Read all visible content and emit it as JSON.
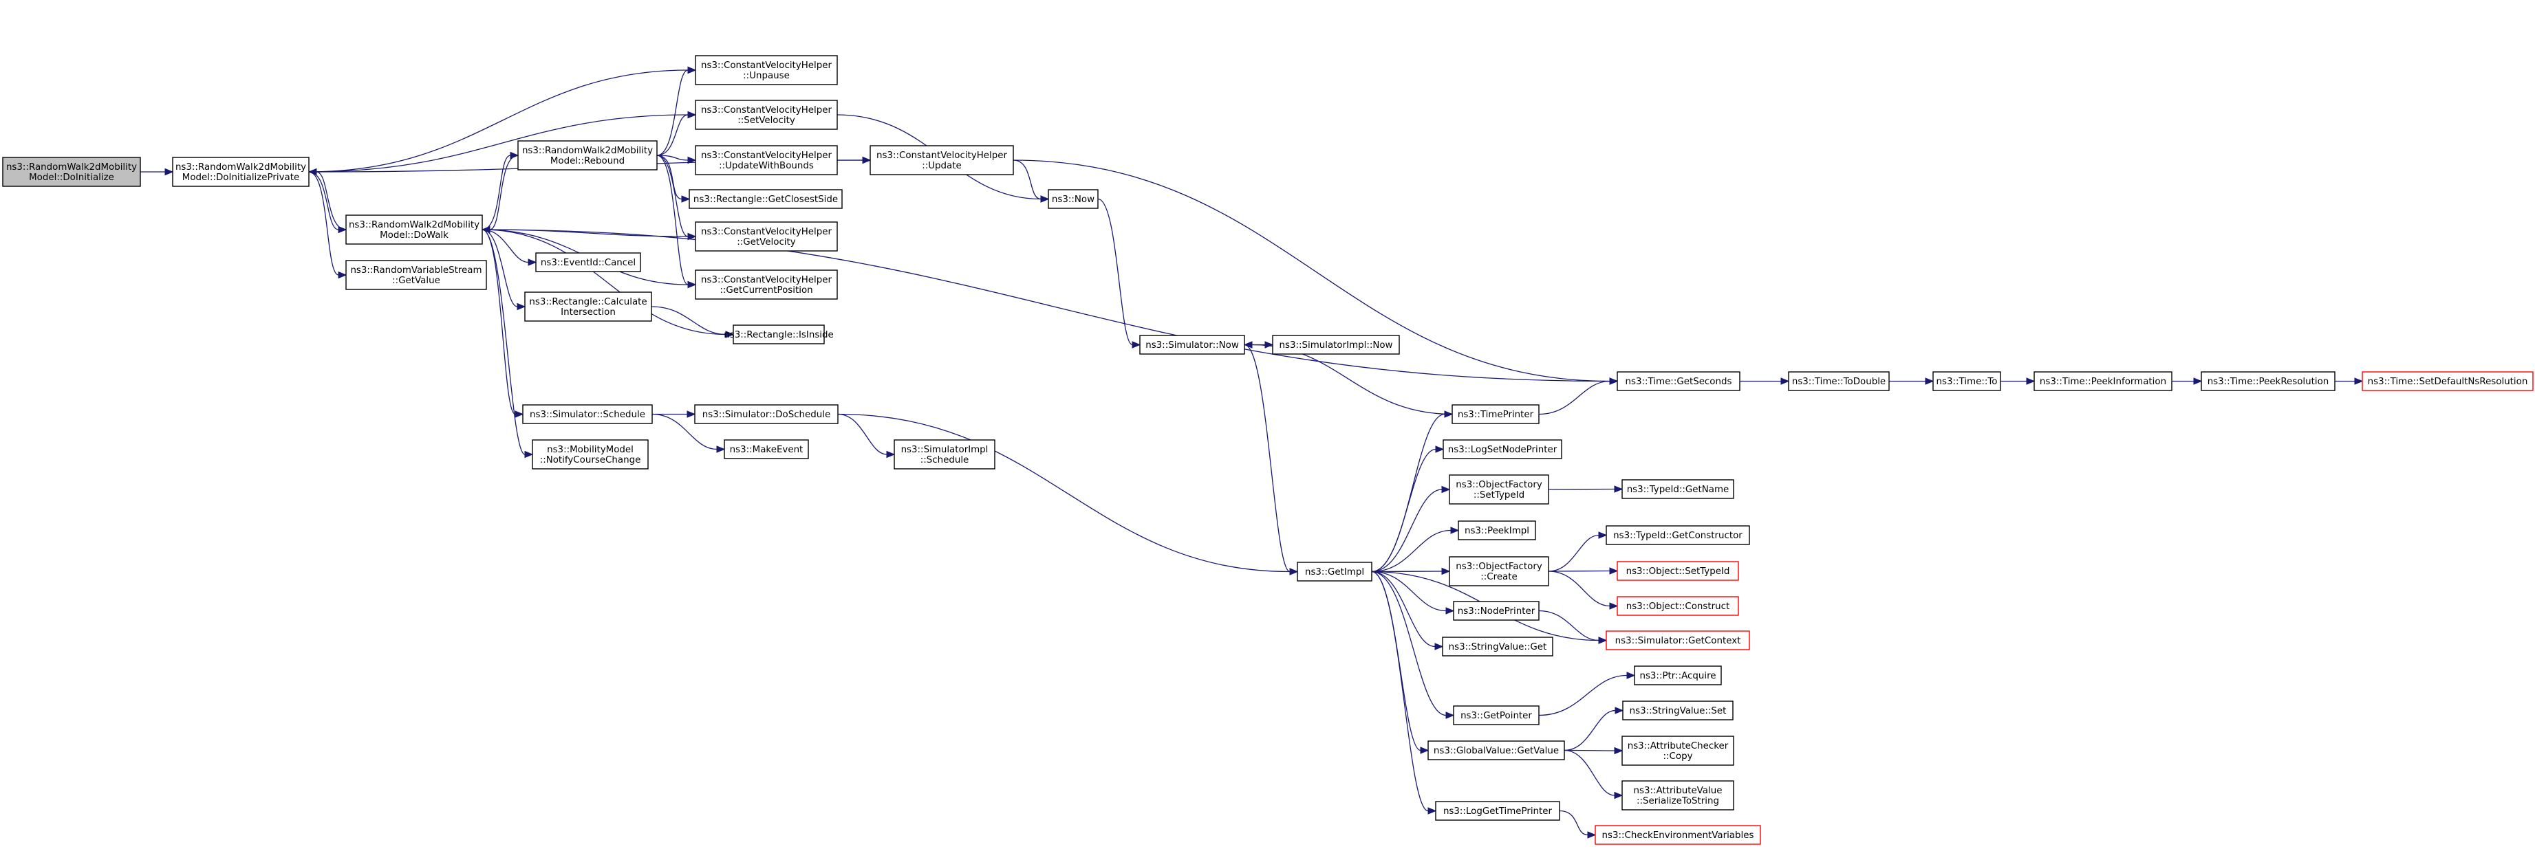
{
  "nodes": [
    {
      "id": "n1",
      "lines": [
        "ns3::RandomWalk2dMobility",
        "Model::DoInitialize"
      ],
      "root": true
    },
    {
      "id": "n2",
      "lines": [
        "ns3::RandomWalk2dMobility",
        "Model::DoInitializePrivate"
      ]
    },
    {
      "id": "n3",
      "lines": [
        "ns3::ConstantVelocityHelper",
        "::Unpause"
      ]
    },
    {
      "id": "n4",
      "lines": [
        "ns3::ConstantVelocityHelper",
        "::SetVelocity"
      ]
    },
    {
      "id": "n5",
      "lines": [
        "ns3::ConstantVelocityHelper",
        "::Update"
      ]
    },
    {
      "id": "n6",
      "lines": [
        "ns3::RandomWalk2dMobility",
        "Model::DoWalk"
      ]
    },
    {
      "id": "n7",
      "lines": [
        "ns3::RandomVariableStream",
        "::GetValue"
      ]
    },
    {
      "id": "n8",
      "lines": [
        "ns3::RandomWalk2dMobility",
        "Model::Rebound"
      ]
    },
    {
      "id": "n9",
      "lines": [
        "ns3::ConstantVelocityHelper",
        "::UpdateWithBounds"
      ]
    },
    {
      "id": "n10",
      "lines": [
        "ns3::Rectangle::GetClosestSide"
      ]
    },
    {
      "id": "n11",
      "lines": [
        "ns3::ConstantVelocityHelper",
        "::GetVelocity"
      ]
    },
    {
      "id": "n12",
      "lines": [
        "ns3::ConstantVelocityHelper",
        "::GetCurrentPosition"
      ]
    },
    {
      "id": "n13",
      "lines": [
        "ns3::EventId::Cancel"
      ]
    },
    {
      "id": "n14",
      "lines": [
        "ns3::Rectangle::Calculate",
        "Intersection"
      ]
    },
    {
      "id": "n15",
      "lines": [
        "ns3::Rectangle::IsInside"
      ]
    },
    {
      "id": "n16",
      "lines": [
        "ns3::Simulator::Schedule"
      ]
    },
    {
      "id": "n17",
      "lines": [
        "ns3::MobilityModel",
        "::NotifyCourseChange"
      ]
    },
    {
      "id": "n18",
      "lines": [
        "ns3::Simulator::DoSchedule"
      ]
    },
    {
      "id": "n19",
      "lines": [
        "ns3::MakeEvent"
      ]
    },
    {
      "id": "n20",
      "lines": [
        "ns3::SimulatorImpl",
        "::Schedule"
      ]
    },
    {
      "id": "n21",
      "lines": [
        "ns3::Now"
      ]
    },
    {
      "id": "n22",
      "lines": [
        "ns3::Simulator::Now"
      ]
    },
    {
      "id": "n23",
      "lines": [
        "ns3::SimulatorImpl::Now"
      ]
    },
    {
      "id": "n24",
      "lines": [
        "ns3::Time::GetSeconds"
      ]
    },
    {
      "id": "n25",
      "lines": [
        "ns3::Time::ToDouble"
      ]
    },
    {
      "id": "n26",
      "lines": [
        "ns3::Time::To"
      ]
    },
    {
      "id": "n27",
      "lines": [
        "ns3::Time::PeekInformation"
      ]
    },
    {
      "id": "n28",
      "lines": [
        "ns3::Time::PeekResolution"
      ]
    },
    {
      "id": "n29",
      "lines": [
        "ns3::Time::SetDefaultNsResolution"
      ],
      "red": true
    },
    {
      "id": "n30",
      "lines": [
        "ns3::GetImpl"
      ]
    },
    {
      "id": "n31",
      "lines": [
        "ns3::TimePrinter"
      ]
    },
    {
      "id": "n32",
      "lines": [
        "ns3::LogSetNodePrinter"
      ]
    },
    {
      "id": "n33",
      "lines": [
        "ns3::ObjectFactory",
        "::SetTypeId"
      ]
    },
    {
      "id": "n34",
      "lines": [
        "ns3::TypeId::GetName"
      ]
    },
    {
      "id": "n35",
      "lines": [
        "ns3::PeekImpl"
      ]
    },
    {
      "id": "n36",
      "lines": [
        "ns3::ObjectFactory",
        "::Create"
      ]
    },
    {
      "id": "n37",
      "lines": [
        "ns3::TypeId::GetConstructor"
      ]
    },
    {
      "id": "n38",
      "lines": [
        "ns3::Object::SetTypeId"
      ],
      "red": true
    },
    {
      "id": "n39",
      "lines": [
        "ns3::Object::Construct"
      ],
      "red": true
    },
    {
      "id": "n40",
      "lines": [
        "ns3::NodePrinter"
      ]
    },
    {
      "id": "n41",
      "lines": [
        "ns3::Simulator::GetContext"
      ],
      "red": true
    },
    {
      "id": "n42",
      "lines": [
        "ns3::StringValue::Get"
      ]
    },
    {
      "id": "n43",
      "lines": [
        "ns3::Ptr::Acquire"
      ]
    },
    {
      "id": "n44",
      "lines": [
        "ns3::GetPointer"
      ]
    },
    {
      "id": "n45",
      "lines": [
        "ns3::StringValue::Set"
      ]
    },
    {
      "id": "n46",
      "lines": [
        "ns3::GlobalValue::GetValue"
      ]
    },
    {
      "id": "n47",
      "lines": [
        "ns3::AttributeChecker",
        "::Copy"
      ]
    },
    {
      "id": "n48",
      "lines": [
        "ns3::AttributeValue",
        "::SerializeToString"
      ]
    },
    {
      "id": "n49",
      "lines": [
        "ns3::LogGetTimePrinter"
      ]
    },
    {
      "id": "n50",
      "lines": [
        "ns3::CheckEnvironmentVariables"
      ],
      "red": true
    }
  ],
  "edges": [
    [
      "n1",
      "n2"
    ],
    [
      "n2",
      "n3"
    ],
    [
      "n2",
      "n4"
    ],
    [
      "n2",
      "n5"
    ],
    [
      "n2",
      "n6"
    ],
    [
      "n2",
      "n7"
    ],
    [
      "n6",
      "n2"
    ],
    [
      "n6",
      "n8"
    ],
    [
      "n6",
      "n11"
    ],
    [
      "n6",
      "n12"
    ],
    [
      "n6",
      "n13"
    ],
    [
      "n6",
      "n14"
    ],
    [
      "n6",
      "n15"
    ],
    [
      "n6",
      "n16"
    ],
    [
      "n6",
      "n17"
    ],
    [
      "n6",
      "n24"
    ],
    [
      "n8",
      "n6"
    ],
    [
      "n8",
      "n3"
    ],
    [
      "n8",
      "n4"
    ],
    [
      "n8",
      "n9"
    ],
    [
      "n8",
      "n10"
    ],
    [
      "n8",
      "n11"
    ],
    [
      "n8",
      "n12"
    ],
    [
      "n4",
      "n21"
    ],
    [
      "n9",
      "n5"
    ],
    [
      "n5",
      "n21"
    ],
    [
      "n5",
      "n24"
    ],
    [
      "n14",
      "n15"
    ],
    [
      "n16",
      "n18"
    ],
    [
      "n16",
      "n19"
    ],
    [
      "n18",
      "n20"
    ],
    [
      "n18",
      "n30"
    ],
    [
      "n21",
      "n22"
    ],
    [
      "n22",
      "n23"
    ],
    [
      "n22",
      "n30"
    ],
    [
      "n24",
      "n25"
    ],
    [
      "n25",
      "n26"
    ],
    [
      "n26",
      "n27"
    ],
    [
      "n27",
      "n28"
    ],
    [
      "n28",
      "n29"
    ],
    [
      "n30",
      "n31"
    ],
    [
      "n30",
      "n32"
    ],
    [
      "n30",
      "n33"
    ],
    [
      "n30",
      "n35"
    ],
    [
      "n30",
      "n36"
    ],
    [
      "n30",
      "n40"
    ],
    [
      "n30",
      "n42"
    ],
    [
      "n30",
      "n41"
    ],
    [
      "n30",
      "n44"
    ],
    [
      "n30",
      "n46"
    ],
    [
      "n30",
      "n49"
    ],
    [
      "n31",
      "n22"
    ],
    [
      "n31",
      "n24"
    ],
    [
      "n33",
      "n34"
    ],
    [
      "n36",
      "n37"
    ],
    [
      "n36",
      "n38"
    ],
    [
      "n36",
      "n39"
    ],
    [
      "n40",
      "n41"
    ],
    [
      "n44",
      "n43"
    ],
    [
      "n46",
      "n45"
    ],
    [
      "n46",
      "n47"
    ],
    [
      "n46",
      "n48"
    ],
    [
      "n49",
      "n50"
    ]
  ]
}
